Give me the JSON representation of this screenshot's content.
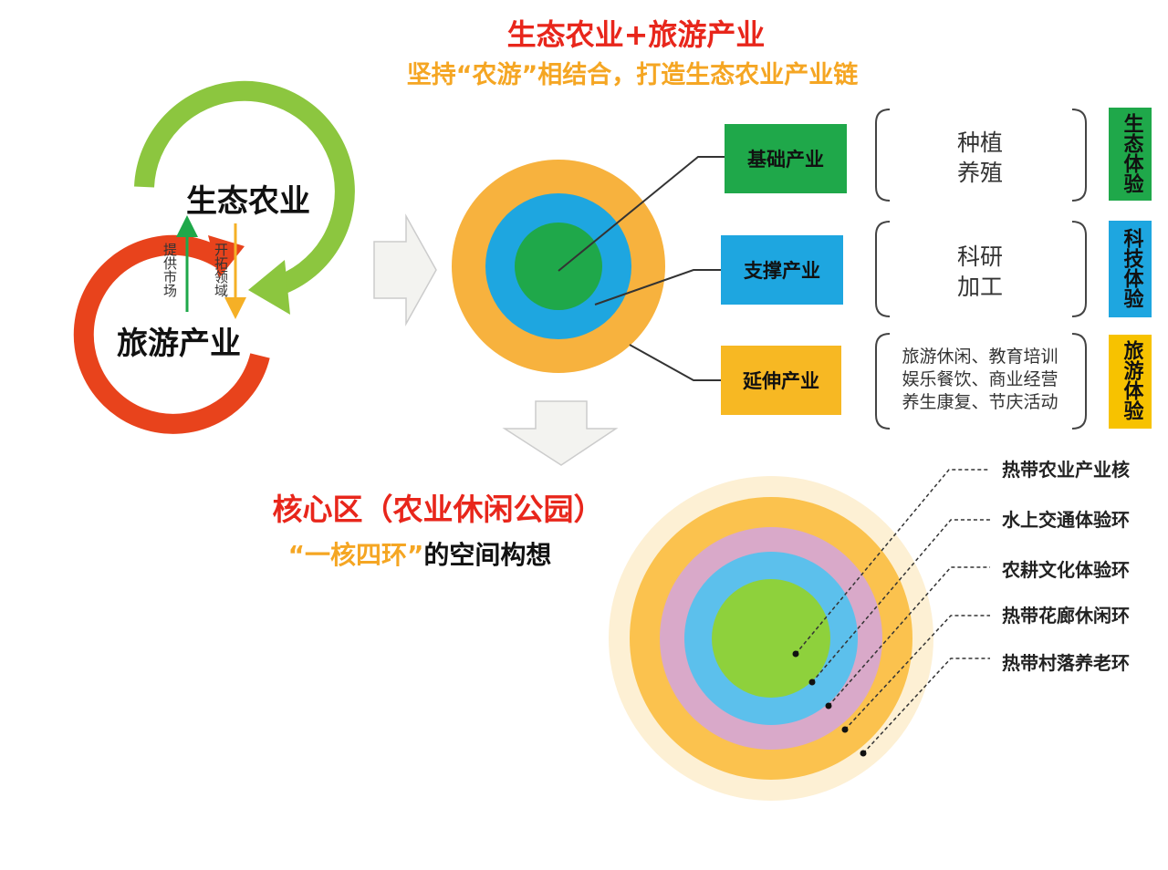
{
  "title": "生态农业+旅游产业",
  "subtitle": "坚持“农游”相结合，打造生态农业产业链",
  "cycle": {
    "top": "生态农业",
    "bottom": "旅游产业",
    "up_arrow": "提供市场",
    "down_arrow": "开拓领域"
  },
  "industries": [
    {
      "label": "基础产业",
      "detail": [
        "种植",
        "养殖"
      ],
      "experience": "生态体验",
      "color": "#1fa84a"
    },
    {
      "label": "支撑产业",
      "detail": [
        "科研",
        "加工"
      ],
      "experience": "科技体验",
      "color": "#1ea6e0"
    },
    {
      "label": "延伸产业",
      "detail": [
        "旅游休闲、教育培训",
        "娱乐餐饮、商业经营",
        "养生康复、节庆活动"
      ],
      "experience": "旅游体验",
      "color": "#f7b823"
    }
  ],
  "core": {
    "title": "核心区（农业休闲公园）",
    "quote": "“一核四环”",
    "suffix": "的空间构想"
  },
  "rings": [
    "热带农业产业核",
    "水上交通体验环",
    "农耕文化体验环",
    "热带花廊休闲环",
    "热带村落养老环"
  ],
  "colors": {
    "red": "#e8261b",
    "orange": "#f5a623",
    "green": "#8cc63f",
    "tourism": "#e8431c"
  }
}
